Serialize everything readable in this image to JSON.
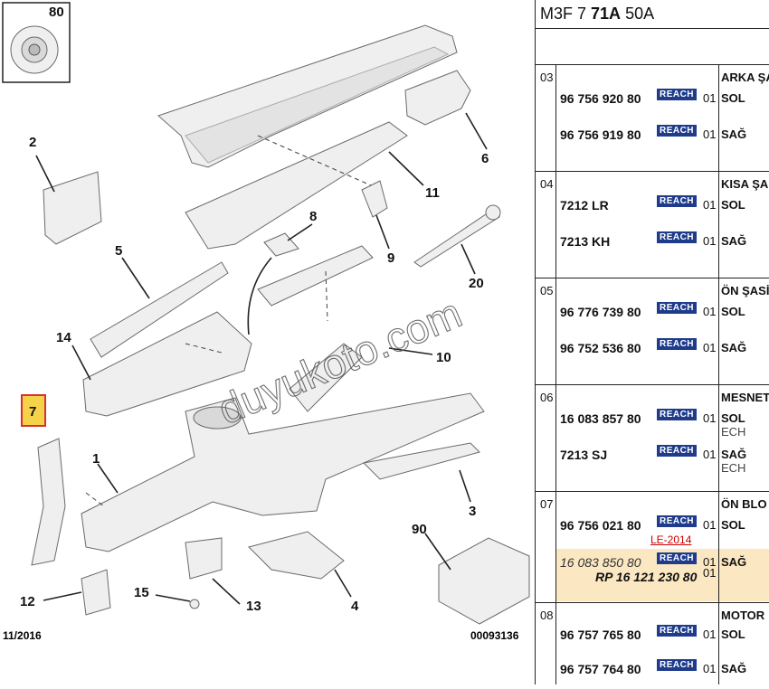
{
  "document": {
    "header_code": "M3F 7",
    "header_bold": "71A",
    "header_tail": "50A"
  },
  "diagram": {
    "date": "11/2016",
    "drawing_number": "00093136",
    "watermark": "duyukoto.com",
    "callouts": [
      "80",
      "2",
      "6",
      "11",
      "8",
      "9",
      "20",
      "5",
      "14",
      "10",
      "7",
      "1",
      "3",
      "90",
      "15",
      "13",
      "12",
      "4"
    ],
    "highlighted_callout": "7",
    "highlight_color": "#d83030",
    "part_fill": "#efefef",
    "part_stroke": "#6a6a6a"
  },
  "reach_label": "REACH",
  "groups": [
    {
      "num": "03",
      "desc": "ARKA ŞA",
      "rows": [
        {
          "ref": "96 756 920 80",
          "qty": "01",
          "side": "SOL"
        },
        {
          "ref": "96 756 919 80",
          "qty": "01",
          "side": "SAĞ"
        }
      ]
    },
    {
      "num": "04",
      "desc": "KISA ŞA",
      "rows": [
        {
          "ref": "7212 LR",
          "qty": "01",
          "side": "SOL"
        },
        {
          "ref": "7213 KH",
          "qty": "01",
          "side": "SAĞ"
        }
      ]
    },
    {
      "num": "05",
      "desc": "ÖN ŞASİ",
      "rows": [
        {
          "ref": "96 776 739 80",
          "qty": "01",
          "side": "SOL"
        },
        {
          "ref": "96 752 536 80",
          "qty": "01",
          "side": "SAĞ"
        }
      ]
    },
    {
      "num": "06",
      "desc": "MESNET",
      "rows": [
        {
          "ref": "16 083 857 80",
          "qty": "01",
          "side": "SOL",
          "sub": "ECH"
        },
        {
          "ref": "7213 SJ",
          "qty": "01",
          "side": "SAĞ",
          "sub": "ECH"
        }
      ]
    },
    {
      "num": "07",
      "desc": "ÖN BLO",
      "rows": [
        {
          "ref": "96 756 021 80",
          "qty": "01",
          "side": "SOL"
        },
        {
          "ref": "16 083 850 80",
          "qty": "01",
          "side": "SAĞ",
          "italic": true,
          "note": "LE-2014",
          "rp": "RP 16 121 230 80",
          "rp_qty": "01"
        }
      ]
    },
    {
      "num": "08",
      "desc": "MOTOR",
      "rows": [
        {
          "ref": "96 757 765 80",
          "qty": "01",
          "side": "SOL"
        },
        {
          "ref": "96 757 764 80",
          "qty": "01",
          "side": "SAĞ"
        }
      ]
    }
  ]
}
